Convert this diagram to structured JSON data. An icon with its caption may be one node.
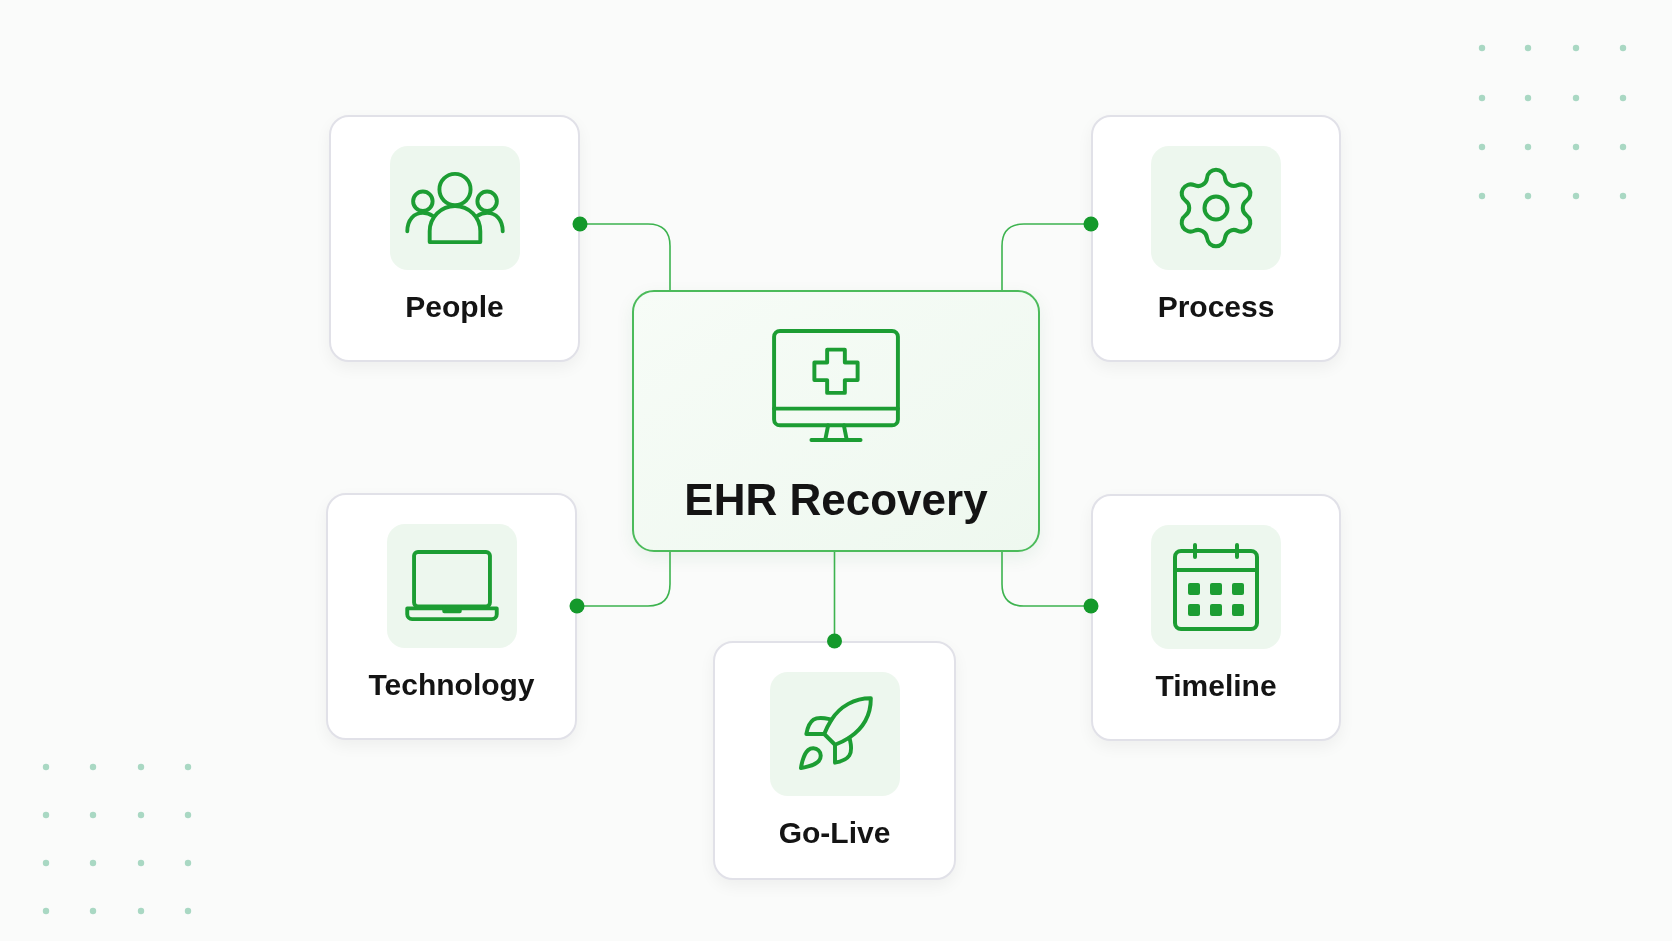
{
  "diagram": {
    "nodes": [
      {
        "text": [
          "People"
        ]
      },
      {
        "text": [
          "Process"
        ]
      },
      {
        "text": [
          "EHR Recovery"
        ]
      },
      {
        "text": [
          "Technology"
        ]
      },
      {
        "text": [
          "Timeline"
        ]
      },
      {
        "text": [
          "Go-Live"
        ]
      }
    ],
    "edges": [
      {
        "from": 2,
        "to": 0,
        "arrow": "other"
      },
      {
        "from": 2,
        "to": 1,
        "arrow": "other"
      },
      {
        "from": 2,
        "to": 3,
        "arrow": "other"
      },
      {
        "from": 2,
        "to": 4,
        "arrow": "other"
      },
      {
        "from": 2,
        "to": 5,
        "arrow": "other"
      }
    ]
  }
}
